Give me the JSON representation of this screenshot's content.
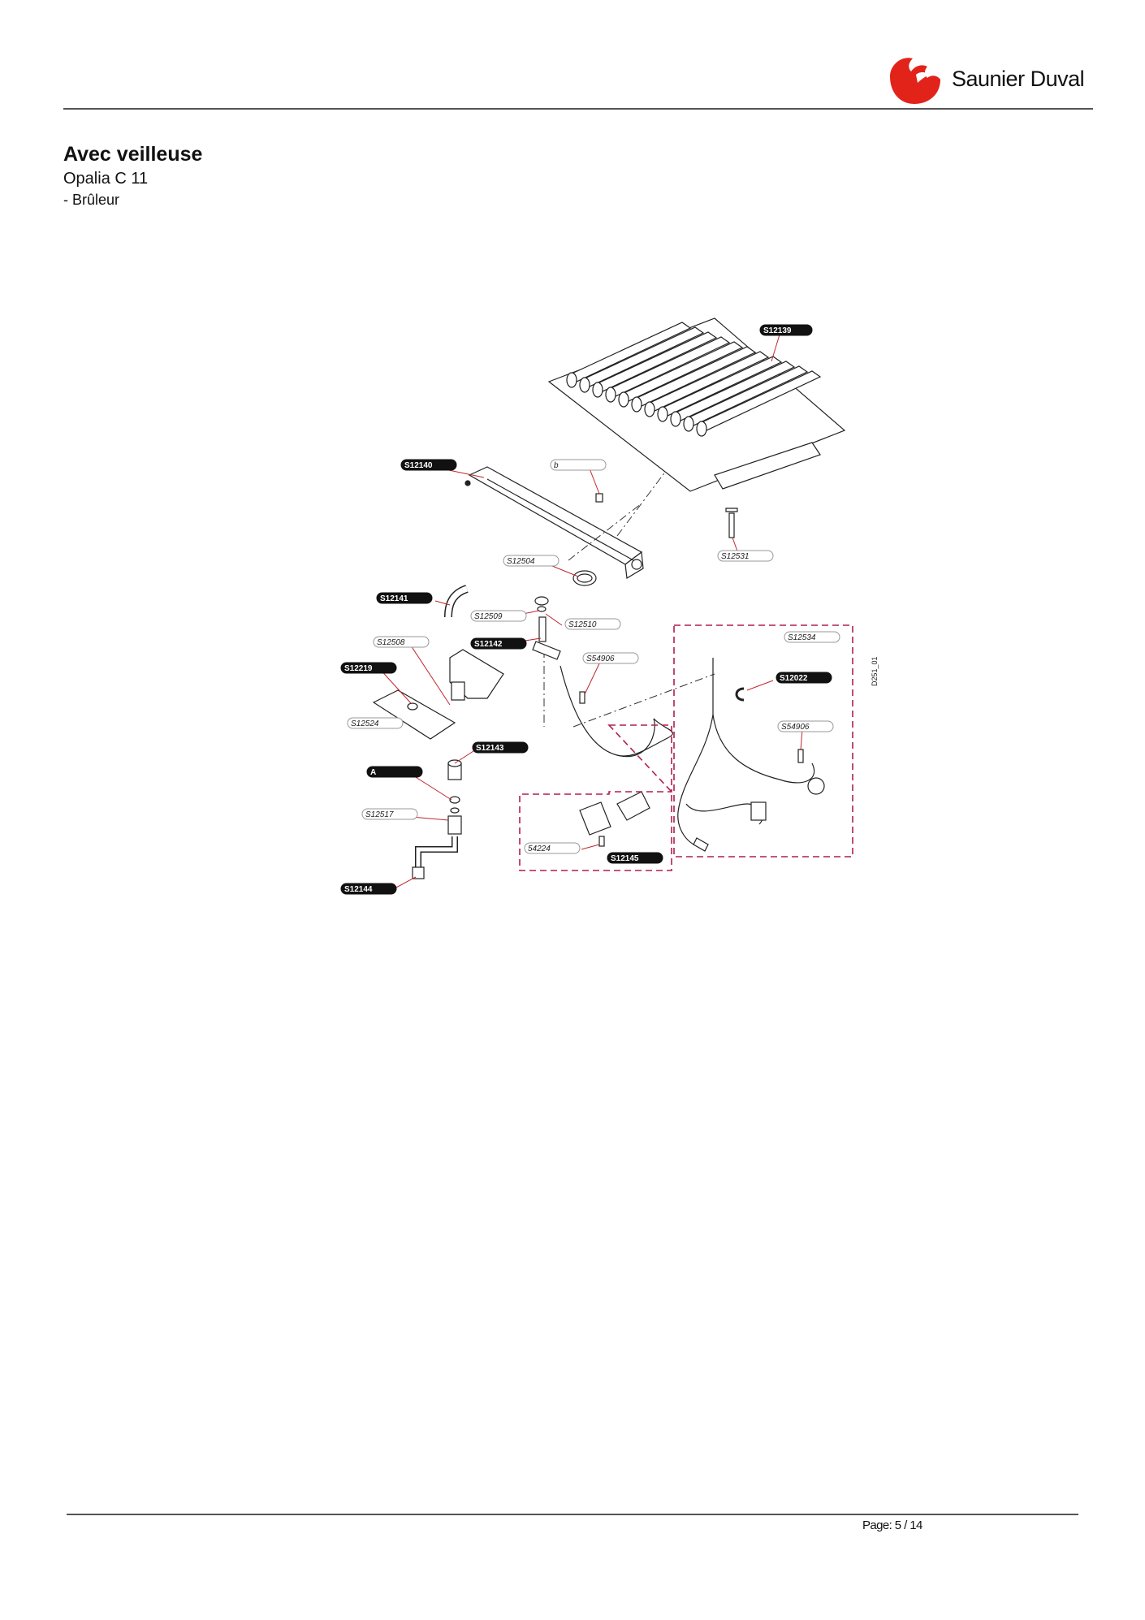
{
  "header": {
    "brand": "Saunier Duval",
    "brand_color": "#e2231a"
  },
  "title": "Avec veilleuse",
  "model": "Opalia C 11",
  "section": "- Brûleur",
  "diagram": {
    "reference": "D251_01",
    "parts": [
      {
        "id": "S12139",
        "style": "filled"
      },
      {
        "id": "S12140",
        "style": "filled"
      },
      {
        "id": "b",
        "style": "outline"
      },
      {
        "id": "S12504",
        "style": "outline"
      },
      {
        "id": "S12531",
        "style": "outline"
      },
      {
        "id": "S12141",
        "style": "filled"
      },
      {
        "id": "S12509",
        "style": "outline"
      },
      {
        "id": "S12510",
        "style": "outline"
      },
      {
        "id": "S12508",
        "style": "outline"
      },
      {
        "id": "S12142",
        "style": "filled"
      },
      {
        "id": "S54906",
        "style": "outline"
      },
      {
        "id": "S12219",
        "style": "filled"
      },
      {
        "id": "S12534",
        "style": "outline"
      },
      {
        "id": "S12524",
        "style": "outline"
      },
      {
        "id": "S12022",
        "style": "filled"
      },
      {
        "id": "S54906",
        "style": "outline"
      },
      {
        "id": "S12143",
        "style": "filled"
      },
      {
        "id": "A",
        "style": "filled"
      },
      {
        "id": "S12517",
        "style": "outline"
      },
      {
        "id": "54224",
        "style": "outline"
      },
      {
        "id": "S12145",
        "style": "filled"
      },
      {
        "id": "S12144",
        "style": "filled"
      }
    ]
  },
  "footer": {
    "page": "Page: 5 / 14"
  }
}
